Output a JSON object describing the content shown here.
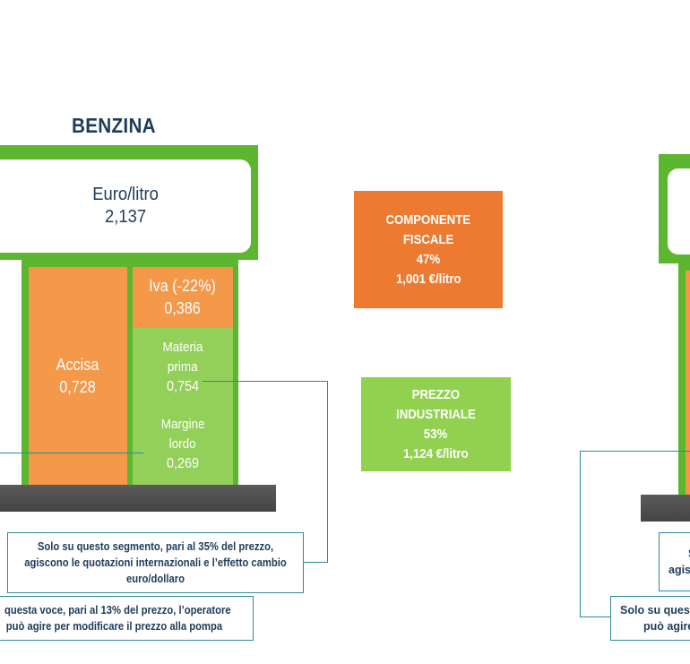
{
  "title": "BENZINA",
  "pump": {
    "label": "Euro/litro",
    "value": "2,137",
    "segments": {
      "accisa": {
        "label": "Accisa",
        "value": "0,728"
      },
      "iva": {
        "label": "Iva (-22%)",
        "value": "0,386"
      },
      "materia_prima": {
        "label_1": "Materia",
        "label_2": "prima",
        "value": "0,754"
      },
      "margine_lordo": {
        "label_1": "Margine",
        "label_2": "lordo",
        "value": "0,269"
      }
    }
  },
  "componente_fiscale": {
    "line_1": "COMPONENTE",
    "line_2": "FISCALE",
    "percent": "47%",
    "value": "1,001 €/litro",
    "color": "#ec7b31"
  },
  "prezzo_industriale": {
    "line_1": "PREZZO",
    "line_2": "INDUSTRIALE",
    "percent": "53%",
    "value": "1,124 €/litro",
    "color": "#92d050"
  },
  "notes": {
    "materia_prima": {
      "line_1": "Solo su questo segmento, pari al 35% del prezzo,",
      "line_2": "agiscono le quotazioni internazionali e l’effetto cambio",
      "line_3": "euro/dollaro"
    },
    "margine": {
      "line_1": "questa voce, pari al 13% del prezzo, l’operatore",
      "line_2": "può agire per modificare il prezzo alla pompa"
    },
    "right_partial_1": {
      "line_1": "S",
      "line_2": "agis"
    },
    "right_partial_2": {
      "line_1": "Solo su quest",
      "line_2": "può agire"
    }
  },
  "colors": {
    "pump_green": "#5cb62f",
    "orange_segment": "#f4984a",
    "green_segment": "#93d05a",
    "title_blue": "#1f3c5a",
    "connector": "#2e8a9c"
  }
}
